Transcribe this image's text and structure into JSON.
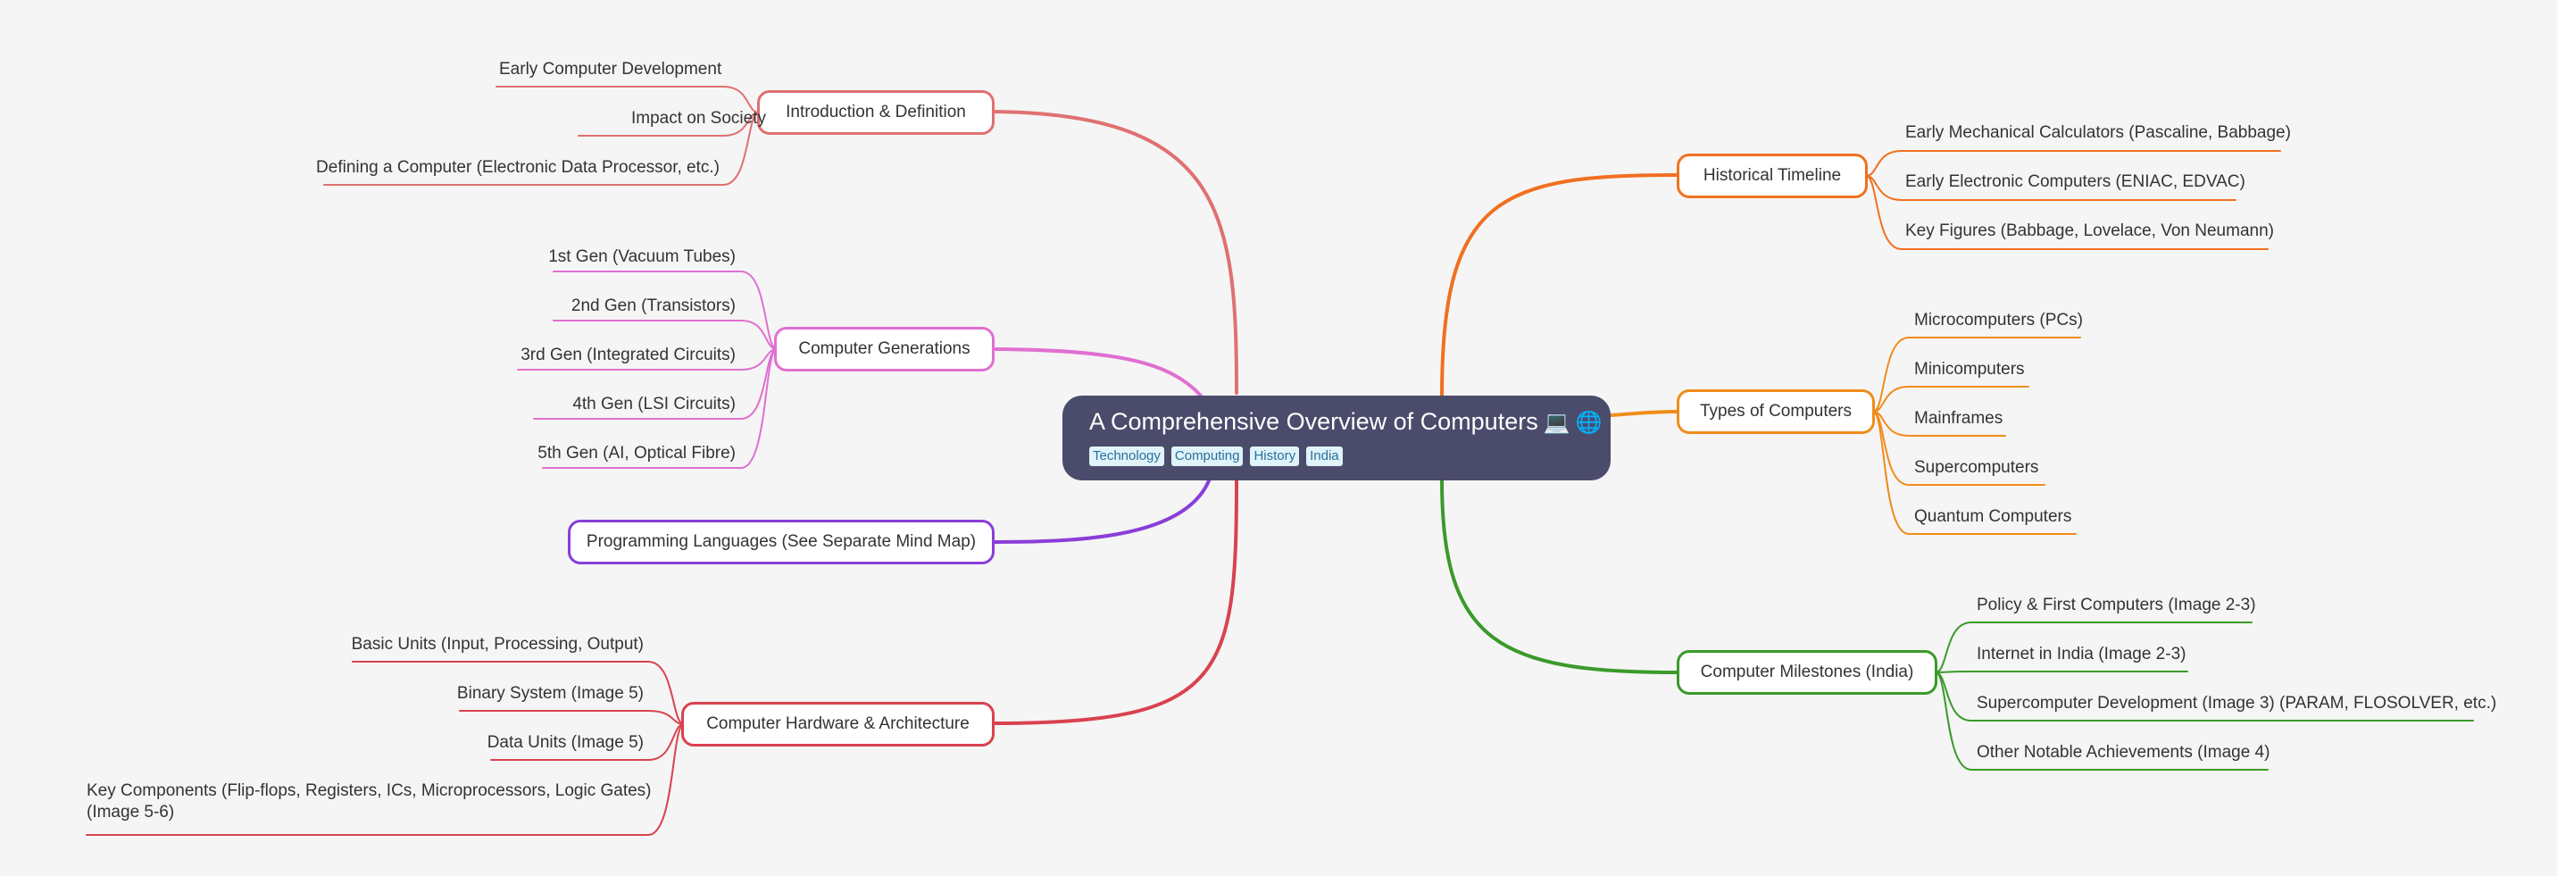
{
  "root": {
    "title": "A Comprehensive Overview of Computers",
    "icons": [
      "laptop-icon",
      "globe-icon"
    ],
    "tags": [
      "Technology",
      "Computing",
      "History",
      "India"
    ]
  },
  "left_branches": [
    {
      "label": "Introduction & Definition",
      "color": "#e07070",
      "children": [
        "Early Computer Development",
        "Impact on Society",
        "Defining a Computer (Electronic Data Processor, etc.)"
      ]
    },
    {
      "label": "Computer Generations",
      "color": "#e070d0",
      "children": [
        "1st Gen (Vacuum Tubes)",
        "2nd Gen (Transistors)",
        "3rd Gen (Integrated Circuits)",
        "4th Gen (LSI Circuits)",
        "5th Gen (AI, Optical Fibre)"
      ]
    },
    {
      "label": "Programming Languages (See Separate Mind Map)",
      "color": "#8a3ed8",
      "children": []
    },
    {
      "label": "Computer Hardware & Architecture",
      "color": "#d9424f",
      "children": [
        "Basic Units (Input, Processing, Output)",
        "Binary System (Image 5)",
        "Data Units (Image 5)",
        "Key Components (Flip-flops, Registers, ICs, Microprocessors, Logic Gates) (Image 5-6)"
      ]
    }
  ],
  "right_branches": [
    {
      "label": "Historical Timeline",
      "color": "#f07020",
      "children": [
        "Early Mechanical Calculators (Pascaline, Babbage)",
        "Early Electronic Computers (ENIAC, EDVAC)",
        "Key Figures (Babbage, Lovelace, Von Neumann)"
      ]
    },
    {
      "label": "Types of Computers",
      "color": "#f08c1a",
      "children": [
        "Microcomputers (PCs)",
        "Minicomputers",
        "Mainframes",
        "Supercomputers",
        "Quantum Computers"
      ]
    },
    {
      "label": "Computer Milestones (India)",
      "color": "#3a9a2a",
      "children": [
        "Policy & First Computers (Image 2-3)",
        "Internet in India (Image 2-3)",
        "Supercomputer Development (Image 3) (PARAM, FLOSOLVER, etc.)",
        "Other Notable Achievements (Image 4)"
      ]
    }
  ]
}
